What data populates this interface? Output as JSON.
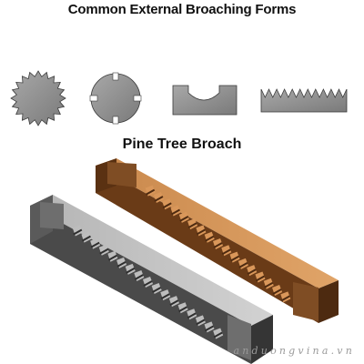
{
  "header": {
    "title": "Common External Broaching Forms"
  },
  "section": {
    "title": "Pine Tree Broach"
  },
  "forms": [
    {
      "name": "spline-gear-form",
      "icon": "gear-icon"
    },
    {
      "name": "slotted-disc-form",
      "icon": "slotted-disc-icon"
    },
    {
      "name": "round-notch-form",
      "icon": "notch-block-icon"
    },
    {
      "name": "serrated-edge-form",
      "icon": "serrated-bar-icon"
    }
  ],
  "broaches": [
    {
      "name": "gray-steel-broach",
      "color": "#7a7a7a"
    },
    {
      "name": "bronze-broach",
      "color": "#9c5f2c"
    }
  ],
  "colors": {
    "form_fill": "#8c8c8c",
    "form_stroke": "#3a3a3a"
  },
  "watermark": "anduongvina.vn"
}
